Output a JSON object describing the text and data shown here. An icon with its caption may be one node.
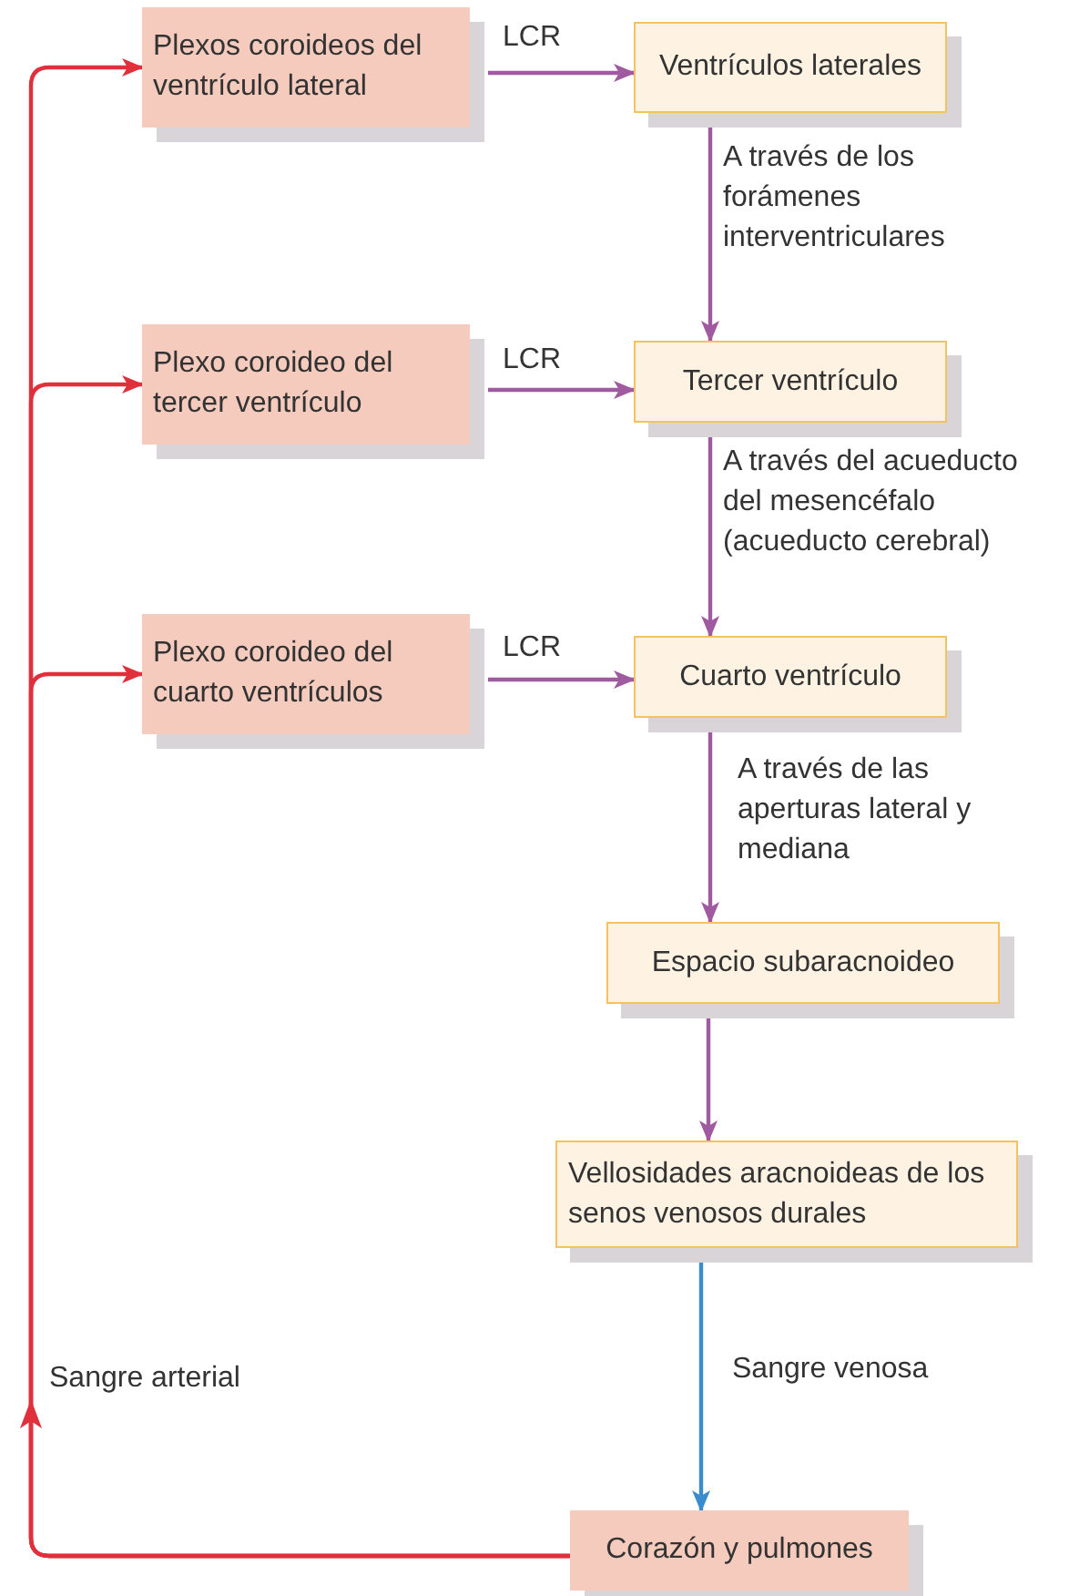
{
  "diagram": {
    "nodes": [
      {
        "text": [
          "Plexos coroideos del ventrículo lateral"
        ]
      },
      {
        "text": [
          "Ventrículos laterales"
        ]
      },
      {
        "text": [
          "Plexo coroideo del tercer ventrículo"
        ]
      },
      {
        "text": [
          "Tercer ventrículo"
        ]
      },
      {
        "text": [
          "Plexo coroideo del cuarto ventrículos"
        ]
      },
      {
        "text": [
          "Cuarto ventrículo"
        ]
      },
      {
        "text": [
          "Espacio subaracnoideo"
        ]
      },
      {
        "text": [
          "Vellosidades aracnoideas de los senos venosos durales"
        ]
      },
      {
        "text": [
          "Corazón y pulmones"
        ]
      }
    ],
    "edges": [
      {
        "from": 0,
        "to": 1,
        "arrow": "to",
        "label": "LCR"
      },
      {
        "from": 1,
        "to": 3,
        "arrow": "to",
        "label": "A través de los forámenes interventriculares"
      },
      {
        "from": 2,
        "to": 3,
        "arrow": "to",
        "label": "LCR"
      },
      {
        "from": 3,
        "to": 5,
        "arrow": "to",
        "label": "A través del acueducto del mesencéfalo (acueducto cerebral)"
      },
      {
        "from": 4,
        "to": 5,
        "arrow": "to",
        "label": "LCR"
      },
      {
        "from": 5,
        "to": 6,
        "arrow": "to",
        "label": "A través de las aperturas lateral y mediana"
      },
      {
        "from": 6,
        "to": 7,
        "arrow": "to"
      },
      {
        "from": 7,
        "to": 8,
        "arrow": "to",
        "label": "Sangre venosa",
        "color": "#3a8ccc"
      },
      {
        "from": 8,
        "to": 0,
        "arrow": "to",
        "label": "Sangre arterial",
        "color": "#e0303c"
      },
      {
        "from": 8,
        "to": 2,
        "arrow": "to",
        "color": "#e0303c"
      },
      {
        "from": 8,
        "to": 4,
        "arrow": "to",
        "color": "#e0303c"
      }
    ]
  }
}
